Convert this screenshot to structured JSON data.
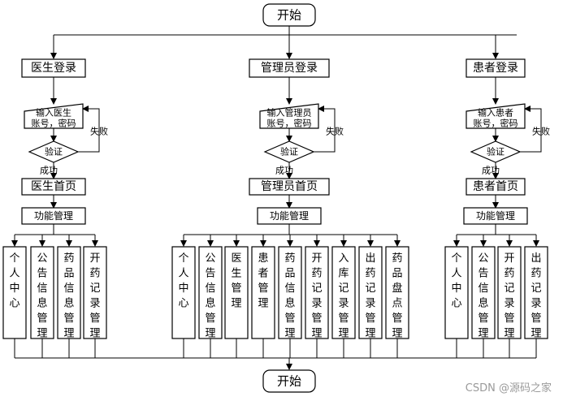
{
  "start_label": "开始",
  "end_label": "开始",
  "verify_label": "验证",
  "success_label": "成功",
  "fail_label": "失败",
  "function_label": "功能管理",
  "roles": [
    {
      "login": "医生登录",
      "input": [
        "输入医生",
        "账号，密码"
      ],
      "home": "医生首页",
      "modules": [
        "个人中心",
        "公告信息管理",
        "药品信息管理",
        "开药记录管理"
      ]
    },
    {
      "login": "管理员登录",
      "input": [
        "输入管理员",
        "账号，密码"
      ],
      "home": "管理员首页",
      "modules": [
        "个人中心",
        "公告信息管理",
        "医生管理",
        "患者管理",
        "药品信息管理",
        "开药记录管理",
        "入库记录管理",
        "出药记录管理",
        "药品盘点管理"
      ]
    },
    {
      "login": "患者登录",
      "input": [
        "输入患者",
        "账号，密码"
      ],
      "home": "患者首页",
      "modules": [
        "个人中心",
        "公告信息管理",
        "开药记录管理",
        "出药记录管理"
      ]
    }
  ],
  "watermark": "CSDN @源码之家"
}
